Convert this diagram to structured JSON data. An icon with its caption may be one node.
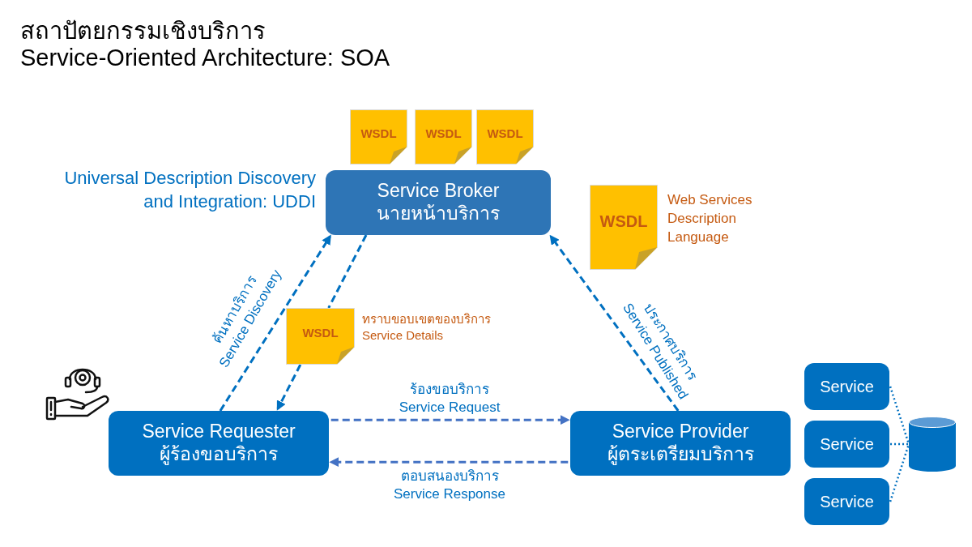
{
  "diagram": {
    "title": "สถาปัตยกรรมเชิงบริการ Service-Oriented Architecture: SOA",
    "nodes": [
      {
        "text": [
          "Service Broker",
          "นายหน้าบริการ"
        ]
      },
      {
        "text": [
          "Service Requester",
          "ผู้ร้องขอบริการ"
        ]
      },
      {
        "text": [
          "Service Provider",
          "ผู้ตระเตรียมบริการ"
        ]
      },
      {
        "text": [
          "Service"
        ]
      },
      {
        "text": [
          "Service"
        ]
      },
      {
        "text": [
          "Service"
        ]
      },
      {
        "text": [],
        "shape": "cylinder"
      },
      {
        "text": [
          "WSDL"
        ]
      },
      {
        "text": [
          "WSDL"
        ]
      },
      {
        "text": [
          "WSDL"
        ]
      },
      {
        "text": [
          "WSDL"
        ],
        "beside": [
          "Web Services Description Language"
        ]
      },
      {
        "text": [
          "WSDL"
        ],
        "beside": [
          "ทราบขอบเขตของบริการ",
          "Service Details"
        ]
      }
    ],
    "edges": [
      {
        "from": 1,
        "to": 0,
        "arrow": "to",
        "label": "ค้นหาบริการ Service Discovery",
        "style": "dashed"
      },
      {
        "from": 0,
        "to": 11,
        "arrow": "none",
        "style": "dashed"
      },
      {
        "from": 2,
        "to": 0,
        "arrow": "to",
        "label": "ประกาศบริการ Service Published",
        "style": "dashed"
      },
      {
        "from": 1,
        "to": 2,
        "arrow": "to",
        "label": "ร้องขอบริการ Service Request",
        "style": "dashed",
        "color": "#4472c4"
      },
      {
        "from": 2,
        "to": 1,
        "arrow": "to",
        "label": "ตอบสนองบริการ Service Response",
        "style": "dashed",
        "color": "#4472c4"
      },
      {
        "from": 3,
        "to": 6,
        "arrow": "none",
        "style": "dashed"
      },
      {
        "from": 4,
        "to": 6,
        "arrow": "none",
        "style": "dashed"
      },
      {
        "from": 5,
        "to": 6,
        "arrow": "none",
        "style": "dashed"
      },
      {
        "from": 11,
        "to": 1,
        "arrow": "to",
        "style": "dashed"
      }
    ],
    "labels": [
      "Universal Description Discovery and Integration: UDDI"
    ]
  }
}
